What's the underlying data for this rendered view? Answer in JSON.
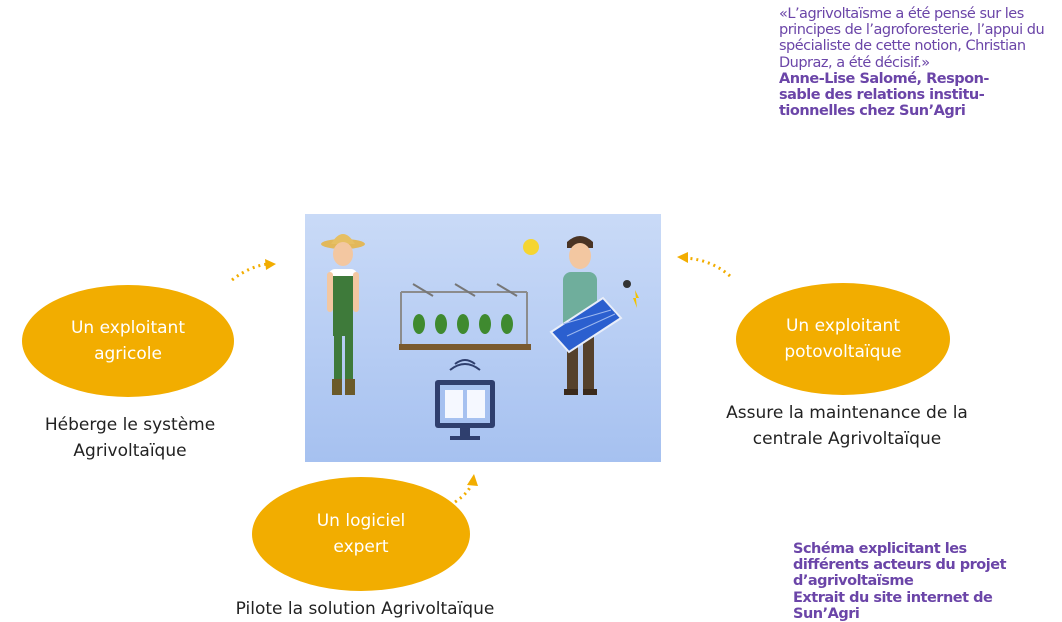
{
  "quote": {
    "text": "«L’agrivoltaïsme a été pensé sur les principes de l’agroforesterie, l’appui du spécialiste de cette notion, Christian Dupraz, a été décisif.»",
    "author_lines": [
      "Anne-Lise Salomé, Respon-",
      "sable des relations institu-",
      "tionnelles chez Sun’Agri"
    ]
  },
  "diagram": {
    "actors": [
      {
        "title_lines": [
          "Un exploitant",
          "agricole"
        ],
        "description_lines": [
          "Héberge le système",
          "Agrivoltaïque"
        ]
      },
      {
        "title_lines": [
          "Un exploitant",
          "potovoltaïque"
        ],
        "description_lines": [
          "Assure la maintenance de la",
          "centrale Agrivoltaïque"
        ]
      },
      {
        "title_lines": [
          "Un logiciel",
          "expert"
        ],
        "description_lines": [
          "Pilote la solution Agrivoltaïque"
        ]
      }
    ],
    "colors": {
      "ellipse": "#f2ad00",
      "panel_top": "#c9daf7",
      "panel_bottom": "#a6c1f0"
    },
    "icons": [
      "farmer-illustration",
      "solar-technician-illustration",
      "crop-row-illustration",
      "monitor-dashboard-icon",
      "sun-icon",
      "wifi-signal-icon",
      "dotted-arrow-icon"
    ]
  },
  "caption": {
    "lines": [
      "Schéma explicitant les",
      "différents acteurs du projet",
      "d’agrivoltaïsme",
      "Extrait du site internet de",
      "Sun’Agri"
    ]
  }
}
